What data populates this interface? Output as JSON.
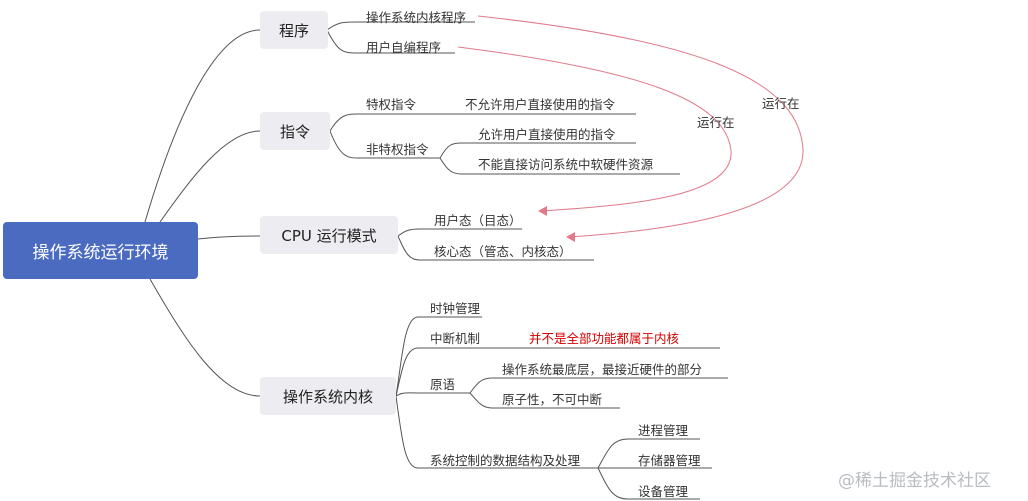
{
  "root": {
    "label": "操作系统运行环境"
  },
  "branches": {
    "program": {
      "label": "程序",
      "children": [
        "操作系统内核程序",
        "用户自编程序"
      ]
    },
    "instruction": {
      "label": "指令",
      "privileged": {
        "label": "特权指令",
        "children": [
          "不允许用户直接使用的指令"
        ]
      },
      "non_privileged": {
        "label": "非特权指令",
        "children": [
          "允许用户直接使用的指令",
          "不能直接访问系统中软硬件资源"
        ]
      }
    },
    "cpu_mode": {
      "label": "CPU 运行模式",
      "children": [
        "用户态（目态）",
        "核心态（管态、内核态）"
      ]
    },
    "kernel": {
      "label": "操作系统内核",
      "clock": "时钟管理",
      "interrupt": {
        "label": "中断机制",
        "note": "并不是全部功能都属于内核"
      },
      "primitive": {
        "label": "原语",
        "children": [
          "操作系统最底层，最接近硬件的部分",
          "原子性，不可中断"
        ]
      },
      "system_data": {
        "label": "系统控制的数据结构及处理",
        "children": [
          "进程管理",
          "存储器管理",
          "设备管理"
        ]
      }
    }
  },
  "relations": [
    {
      "label": "运行在",
      "from": "操作系统内核程序",
      "to": "核心态（管态、内核态）"
    },
    {
      "label": "运行在",
      "from": "用户自编程序",
      "to": "用户态（目态）"
    }
  ],
  "colors": {
    "root_fill": "#4a6bc0",
    "branch_fill": "#ececf1",
    "line": "#555555",
    "relation_arrow": "#e07a8a",
    "highlight_text": "#d40000"
  },
  "watermark": "@稀土掘金技术社区"
}
